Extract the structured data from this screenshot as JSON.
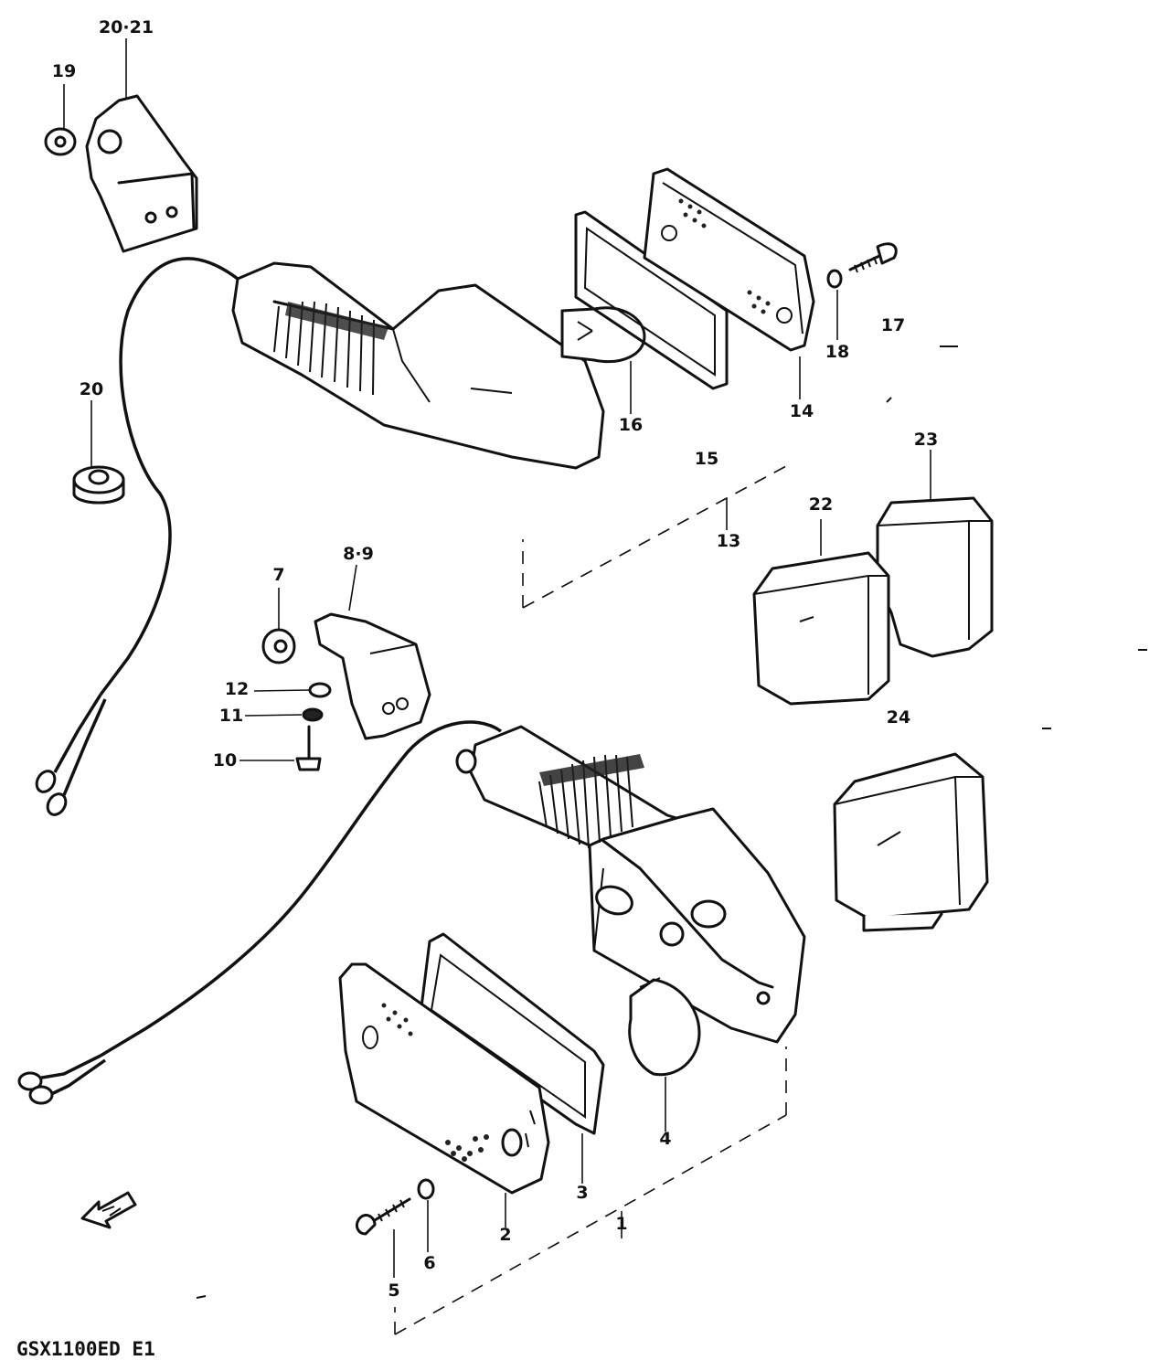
{
  "diagram": {
    "model_code": "GSX1100ED E1",
    "callouts": [
      {
        "id": "c1",
        "label": "1"
      },
      {
        "id": "c2",
        "label": "2"
      },
      {
        "id": "c3",
        "label": "3"
      },
      {
        "id": "c4",
        "label": "4"
      },
      {
        "id": "c5",
        "label": "5"
      },
      {
        "id": "c6",
        "label": "6"
      },
      {
        "id": "c7",
        "label": "7"
      },
      {
        "id": "c8-9",
        "label": "8·9"
      },
      {
        "id": "c10",
        "label": "10"
      },
      {
        "id": "c11",
        "label": "11"
      },
      {
        "id": "c12",
        "label": "12"
      },
      {
        "id": "c13",
        "label": "13"
      },
      {
        "id": "c14",
        "label": "14"
      },
      {
        "id": "c15",
        "label": "15"
      },
      {
        "id": "c16",
        "label": "16"
      },
      {
        "id": "c17",
        "label": "17"
      },
      {
        "id": "c18",
        "label": "18"
      },
      {
        "id": "c19",
        "label": "19"
      },
      {
        "id": "c20",
        "label": "20"
      },
      {
        "id": "c20-21",
        "label": "20·21"
      },
      {
        "id": "c22",
        "label": "22"
      },
      {
        "id": "c23",
        "label": "23"
      },
      {
        "id": "c24",
        "label": "24"
      }
    ]
  }
}
